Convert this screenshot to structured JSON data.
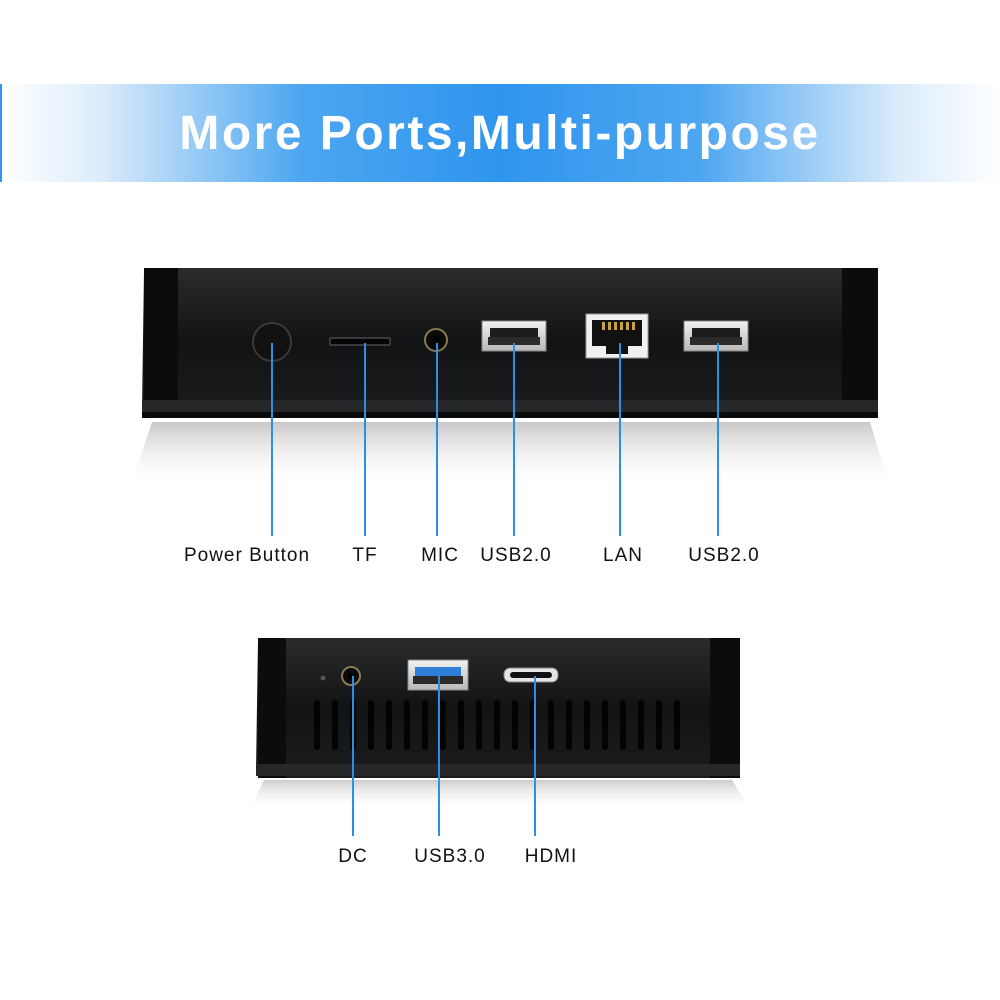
{
  "banner": {
    "title": "More Ports,Multi-purpose"
  },
  "front_ports": [
    {
      "label": "Power Button"
    },
    {
      "label": "TF"
    },
    {
      "label": "MIC"
    },
    {
      "label": "USB2.0"
    },
    {
      "label": "LAN"
    },
    {
      "label": "USB2.0"
    }
  ],
  "back_ports": [
    {
      "label": "DC"
    },
    {
      "label": "USB3.0"
    },
    {
      "label": "HDMI"
    }
  ],
  "colors": {
    "accent": "#2f95ee",
    "callout_line": "#2a8fe6",
    "device_body": "#161718",
    "usb3_blue": "#2d7fd8"
  }
}
